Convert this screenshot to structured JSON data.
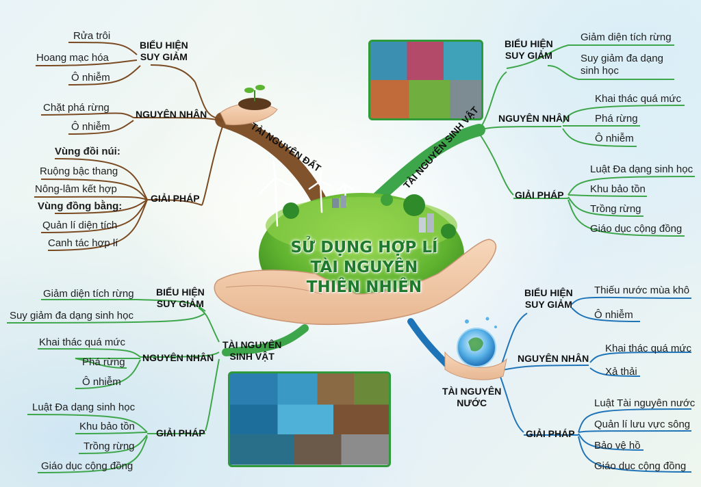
{
  "title": {
    "line1": "SỬ DỤNG HỢP LÍ",
    "line2": "TÀI NGUYÊN",
    "line3": "THIÊN NHIÊN"
  },
  "colors": {
    "soil": "#7a4a22",
    "bio": "#3ea64a",
    "water": "#1f74b8",
    "title": "#1f7a2e"
  },
  "dat": {
    "name": "TÀI NGUYÊN ĐẤT",
    "bieu_hien": {
      "header": [
        "BIỂU HIỆN",
        "SUY GIẢM"
      ],
      "items": [
        "Rửa trôi",
        "Hoang mạc hóa",
        "Ô nhiễm"
      ]
    },
    "nguyen_nhan": {
      "header": "NGUYÊN NHÂN",
      "items": [
        "Chặt phá rừng",
        "Ô nhiễm"
      ]
    },
    "giai_phap": {
      "header": "GIẢI PHÁP",
      "items": [
        "Vùng đồi núi:",
        "Ruộng bậc thang",
        "Nông-lâm kết hợp",
        "Vùng đồng bằng:",
        "Quản lí diện tích",
        "Canh tác hợp lí"
      ]
    }
  },
  "sinh_vat_right": {
    "name": "TÀI NGUYÊN SINH VẬT",
    "bieu_hien": {
      "header": [
        "BIỂU HIỆN",
        "SUY GIẢM"
      ],
      "items": [
        "Giảm diện tích rừng",
        "Suy giảm đa dạng",
        "sinh học"
      ]
    },
    "nguyen_nhan": {
      "header": "NGUYÊN NHÂN",
      "items": [
        "Khai thác quá mức",
        "Phá rừng",
        "Ô nhiễm"
      ]
    },
    "giai_phap": {
      "header": "GIẢI PHÁP",
      "items": [
        "Luật Đa dạng sinh học",
        "Khu bảo tồn",
        "Trồng rừng",
        "Giáo dục cộng đồng"
      ]
    }
  },
  "sinh_vat_left": {
    "name": [
      "TÀI NGUYÊN",
      "SINH VẬT"
    ],
    "bieu_hien": {
      "header": [
        "BIỂU HIỆN",
        "SUY GIẢM"
      ],
      "items": [
        "Giảm diện tích rừng",
        "Suy giảm đa dạng sinh học"
      ]
    },
    "nguyen_nhan": {
      "header": "NGUYÊN NHÂN",
      "items": [
        "Khai thác quá mức",
        "Phá rừng",
        "Ô nhiễm"
      ]
    },
    "giai_phap": {
      "header": "GIẢI PHÁP",
      "items": [
        "Luật Đa dạng sinh học",
        "Khu bảo tồn",
        "Trồng rừng",
        "Giáo dục cộng đồng"
      ]
    }
  },
  "nuoc": {
    "name": [
      "TÀI NGUYÊN",
      "NƯỚC"
    ],
    "bieu_hien": {
      "header": [
        "BIỂU HIỆN",
        "SUY GIẢM"
      ],
      "items": [
        "Thiếu nước mùa khô",
        "Ô nhiễm"
      ]
    },
    "nguyen_nhan": {
      "header": "NGUYÊN NHÂN",
      "items": [
        "Khai thác quá mức",
        "Xả thải"
      ]
    },
    "giai_phap": {
      "header": "GIẢI PHÁP",
      "items": [
        "Luật Tài nguyên nước",
        "Quản lí lưu vực sông",
        "Bảo vệ hồ",
        "Giáo dục cộng đồng"
      ]
    }
  }
}
